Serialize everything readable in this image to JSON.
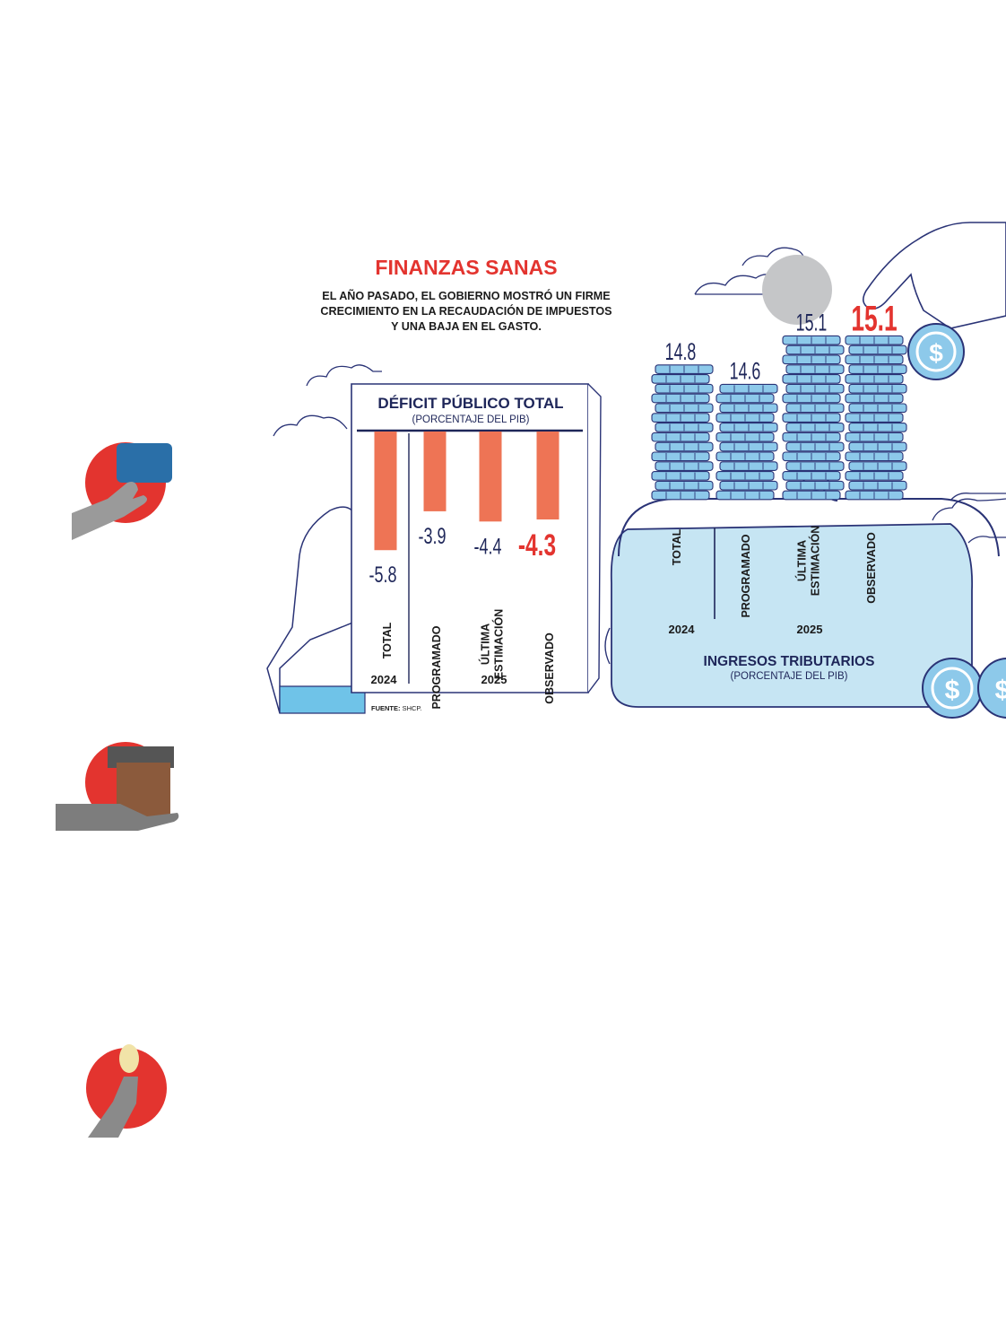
{
  "header": {
    "title": "FINANZAS SANAS",
    "subtitle_lines": [
      "EL AÑO PASADO, EL GOBIERNO MOSTRÓ UN FIRME",
      "CRECIMIENTO EN LA RECAUDACIÓN DE IMPUESTOS",
      "Y UNA BAJA EN EL GASTO."
    ]
  },
  "colors": {
    "navy": "#1e2659",
    "red": "#e3342f",
    "salmon": "#ee7455",
    "light_blue": "#c6e5f3",
    "coin_blue": "#8dc9ea",
    "line": "#2a3376"
  },
  "chart_data": [
    {
      "type": "bar",
      "title": "DÉFICIT PÚBLICO TOTAL",
      "subtitle": "(PORCENTAJE DEL PIB)",
      "categories": [
        "TOTAL",
        "PROGRAMADO",
        "ÚLTIMA ESTIMACIÓN",
        "OBSERVADO"
      ],
      "category_lines": [
        [
          "TOTAL"
        ],
        [
          "PROGRAMADO"
        ],
        [
          "ÚLTIMA",
          "ESTIMACIÓN"
        ],
        [
          "OBSERVADO"
        ]
      ],
      "value_labels": [
        "-5.8",
        "-3.9",
        "-4.4",
        "-4.3"
      ],
      "values": [
        -5.8,
        -3.9,
        -4.4,
        -4.3
      ],
      "highlight_index": 3,
      "year_groups": [
        {
          "label": "2024",
          "span": [
            0,
            0
          ]
        },
        {
          "label": "2025",
          "span": [
            1,
            3
          ]
        }
      ],
      "source_label": "FUENTE:",
      "source_text": "SHCP."
    },
    {
      "type": "bar",
      "title": "INGRESOS TRIBUTARIOS",
      "subtitle": "(PORCENTAJE DEL PIB)",
      "categories": [
        "TOTAL",
        "PROGRAMADO",
        "ÚLTIMA ESTIMACIÓN",
        "OBSERVADO"
      ],
      "category_lines": [
        [
          "TOTAL"
        ],
        [
          "PROGRAMADO"
        ],
        [
          "ÚLTIMA",
          "ESTIMACIÓN"
        ],
        [
          "OBSERVADO"
        ]
      ],
      "value_labels": [
        "14.8",
        "14.6",
        "15.1",
        "15.1"
      ],
      "values": [
        14.8,
        14.6,
        15.1,
        15.1
      ],
      "highlight_index": 3,
      "year_groups": [
        {
          "label": "2024",
          "span": [
            0,
            0
          ]
        },
        {
          "label": "2025",
          "span": [
            1,
            3
          ]
        }
      ]
    }
  ]
}
